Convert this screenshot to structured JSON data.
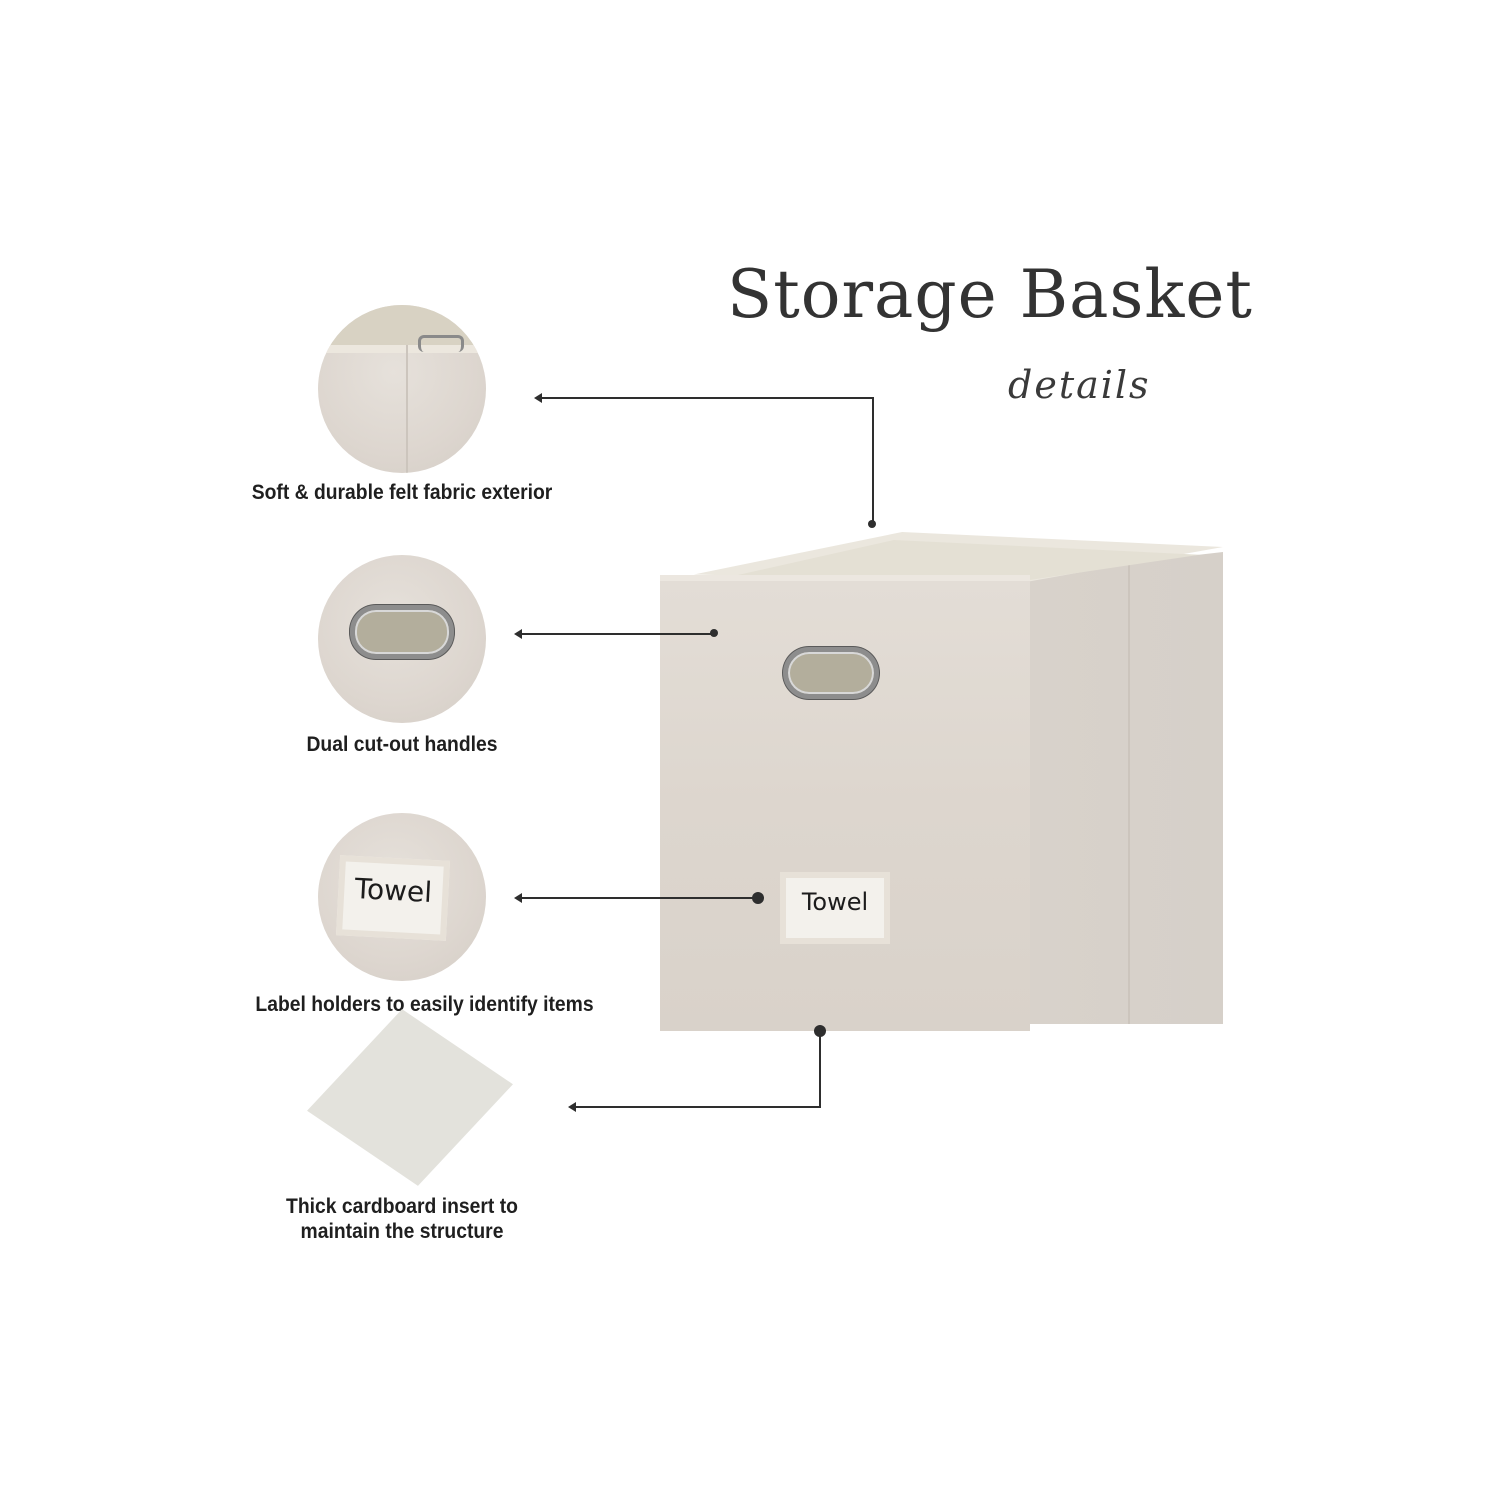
{
  "header": {
    "title": "Storage Basket",
    "subtitle": "details"
  },
  "features": [
    {
      "caption": "Soft & durable felt fabric exterior",
      "icon": "felt-corner-closeup"
    },
    {
      "caption": "Dual cut-out handles",
      "icon": "metal-handle-closeup"
    },
    {
      "caption": "Label holders to easily identify items",
      "icon": "label-holder-closeup",
      "label_text": "Towel"
    },
    {
      "caption_line1": "Thick cardboard insert to",
      "caption_line2": "maintain the structure",
      "icon": "cardboard-insert"
    }
  ],
  "product": {
    "label_text": "Towel"
  },
  "colors": {
    "text": "#333333",
    "felt": "#ddd6ce",
    "lines": "#2e2e2e"
  }
}
